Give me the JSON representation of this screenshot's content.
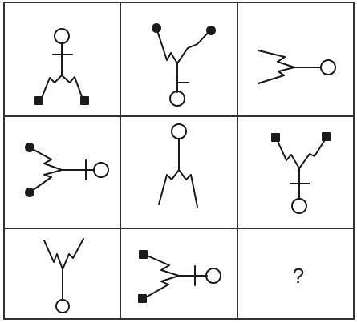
{
  "puzzle": {
    "type": "figure-matrix",
    "rows": 3,
    "cols": 3,
    "colors": {
      "line": "#1a1a1a",
      "background": "#ffffff"
    },
    "cells": [
      {
        "row": 1,
        "col": 1,
        "figure": "stick-figure",
        "head": "top",
        "arms": "none",
        "bar": "crossbar",
        "feet": "squares"
      },
      {
        "row": 1,
        "col": 2,
        "figure": "stick-figure",
        "head": "bottom",
        "arms": "V",
        "bar": "side-tick",
        "feet": "dots"
      },
      {
        "row": 1,
        "col": 3,
        "figure": "stick-figure",
        "head": "right",
        "arms": "open-left",
        "bar": "none",
        "feet": "none"
      },
      {
        "row": 2,
        "col": 1,
        "figure": "stick-figure",
        "head": "right",
        "arms": "open-left",
        "bar": "crossbar",
        "feet": "dots"
      },
      {
        "row": 2,
        "col": 2,
        "figure": "stick-figure",
        "head": "top",
        "arms": "inverted-V",
        "bar": "none",
        "feet": "none"
      },
      {
        "row": 2,
        "col": 3,
        "figure": "stick-figure",
        "head": "bottom",
        "arms": "V",
        "bar": "crossbar",
        "feet": "squares"
      },
      {
        "row": 3,
        "col": 1,
        "figure": "stick-figure",
        "head": "bottom",
        "arms": "V",
        "bar": "none",
        "feet": "none"
      },
      {
        "row": 3,
        "col": 2,
        "figure": "stick-figure",
        "head": "right",
        "arms": "open-left",
        "bar": "crossbar",
        "feet": "squares"
      },
      {
        "row": 3,
        "col": 3,
        "figure": "unknown",
        "label": "?"
      }
    ]
  }
}
